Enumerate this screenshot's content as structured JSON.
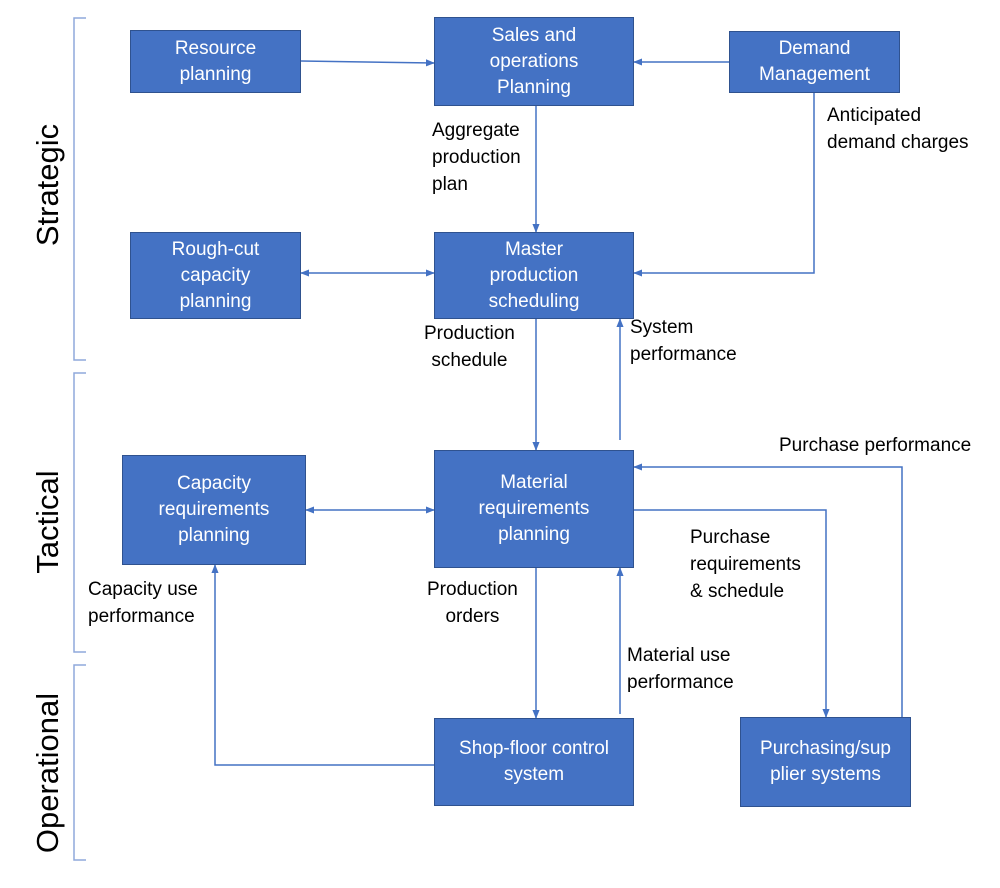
{
  "colors": {
    "box_fill": "#4472c4",
    "box_border": "#2f528f",
    "connector": "#4472c4",
    "bracket": "#8fa9db"
  },
  "levels": {
    "strategic": "Strategic",
    "tactical": "Tactical",
    "operational": "Operational"
  },
  "boxes": {
    "resource_planning": "Resource\nplanning",
    "sales_operations_planning": "Sales and\noperations\nPlanning",
    "demand_management": "Demand\nManagement",
    "rough_cut_capacity_planning": "Rough-cut\ncapacity\nplanning",
    "master_production_scheduling": "Master\nproduction\nscheduling",
    "capacity_requirements_planning": "Capacity\nrequirements\nplanning",
    "material_requirements_planning": "Material\nrequirements\nplanning",
    "shop_floor_control_system": "Shop-floor control\nsystem",
    "purchasing_supplier_systems": "Purchasing/sup\nplier systems"
  },
  "labels": {
    "aggregate_production_plan": "Aggregate\nproduction\nplan",
    "anticipated_demand_charges": "Anticipated\ndemand charges",
    "production_schedule": "Production\nschedule",
    "system_performance": "System\nperformance",
    "purchase_performance": "Purchase performance",
    "purchase_requirements_schedule": "Purchase\nrequirements\n& schedule",
    "capacity_use_performance": "Capacity use\nperformance",
    "production_orders": "Production\norders",
    "material_use_performance": "Material use\nperformance"
  }
}
